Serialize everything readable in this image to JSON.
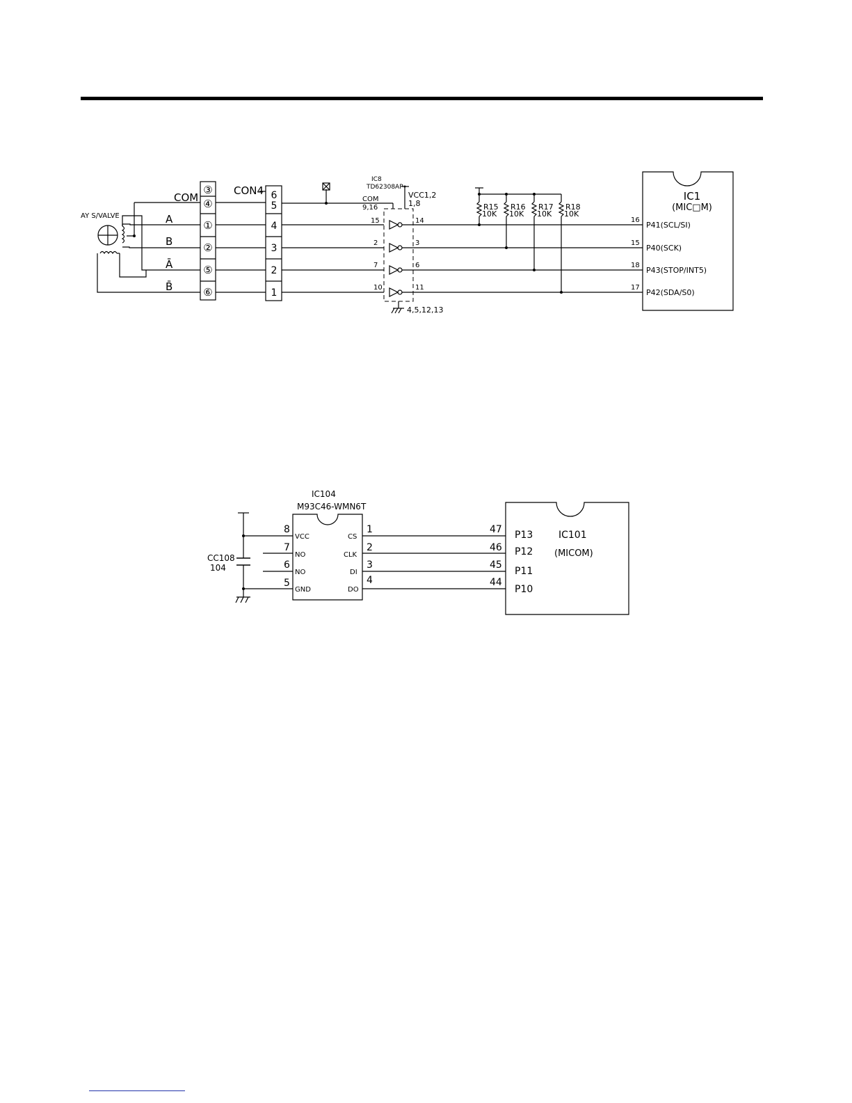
{
  "colors": {
    "line": "#000000",
    "footer_rule": "#2233aa",
    "background": "#ffffff"
  },
  "schematic1": {
    "valve_label": "AY S/VALVE",
    "terminal_labels": [
      "COM",
      "A",
      "B",
      "Ā",
      "B̄"
    ],
    "terminal_numbers": [
      "③",
      "④",
      "①",
      "②",
      "⑤",
      "⑥"
    ],
    "connector_name": "CON4",
    "connector_pins": [
      "6",
      "5",
      "4",
      "3",
      "2",
      "1"
    ],
    "driver": {
      "ref": "IC8",
      "part": "TD62308AP",
      "vcc_label": "VCC1,2",
      "vcc_pins": "1,8",
      "com_label": "COM",
      "com_pins": "9,16",
      "gnd_pins": "4,5,12,13",
      "input_pins": [
        "15",
        "2",
        "7",
        "10"
      ],
      "output_pins": [
        "14",
        "3",
        "6",
        "11"
      ]
    },
    "resistors": [
      {
        "ref": "R15",
        "value": "10K"
      },
      {
        "ref": "R16",
        "value": "10K"
      },
      {
        "ref": "R17",
        "value": "10K"
      },
      {
        "ref": "R18",
        "value": "10K"
      }
    ],
    "mcu": {
      "ref": "IC1",
      "name": "(MIC□M)",
      "pins": [
        {
          "num": "16",
          "name": "P41(SCL/SI)"
        },
        {
          "num": "15",
          "name": "P40(SCK)"
        },
        {
          "num": "18",
          "name": "P43(STOP/INT5)"
        },
        {
          "num": "17",
          "name": "P42(SDA/S0)"
        }
      ]
    }
  },
  "schematic2": {
    "eeprom": {
      "ref": "IC104",
      "part": "M93C46-WMN6T",
      "left_pins": [
        {
          "num": "8",
          "name": "VCC"
        },
        {
          "num": "7",
          "name": "NO"
        },
        {
          "num": "6",
          "name": "NO"
        },
        {
          "num": "5",
          "name": "GND"
        }
      ],
      "right_pins": [
        {
          "num": "1",
          "name": "CS"
        },
        {
          "num": "2",
          "name": "CLK"
        },
        {
          "num": "3",
          "name": "DI"
        },
        {
          "num": "4",
          "name": "DO"
        }
      ]
    },
    "capacitor": {
      "ref": "CC108",
      "ref2": "104"
    },
    "mcu": {
      "ref": "IC101",
      "name": "(MICOM)",
      "pins": [
        {
          "num": "47",
          "name": "P13"
        },
        {
          "num": "46",
          "name": "P12"
        },
        {
          "num": "45",
          "name": "P11"
        },
        {
          "num": "44",
          "name": "P10"
        }
      ]
    }
  }
}
